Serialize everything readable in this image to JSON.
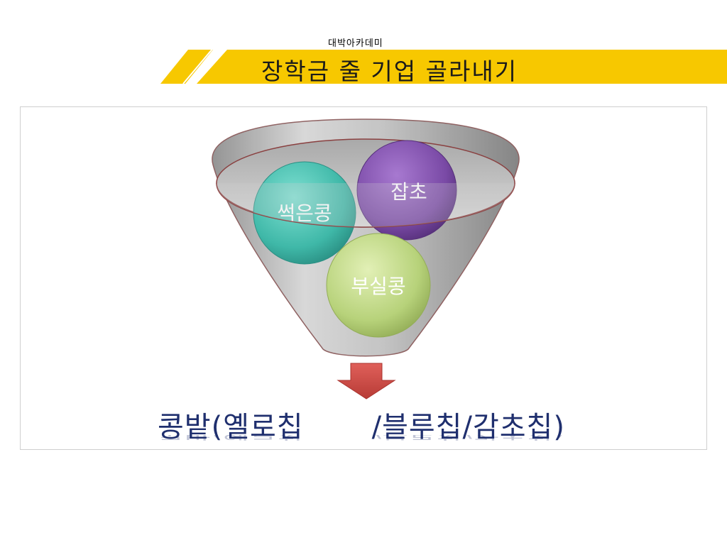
{
  "header": {
    "subtitle": "대박아카데미",
    "title": "장학금 줄 기업 골라내기"
  },
  "diagram": {
    "items": [
      {
        "label": "썩은콩",
        "color": "#3fb8a8"
      },
      {
        "label": "잡초",
        "color": "#7a4aa6"
      },
      {
        "label": "부실콩",
        "color": "#b7d27a"
      }
    ],
    "result": "콩밭(옐로칩       /블루칩/감초칩)"
  },
  "colors": {
    "banner": "#f7c800",
    "arrow": "#cc4a44",
    "caption": "#1f2f6e"
  }
}
